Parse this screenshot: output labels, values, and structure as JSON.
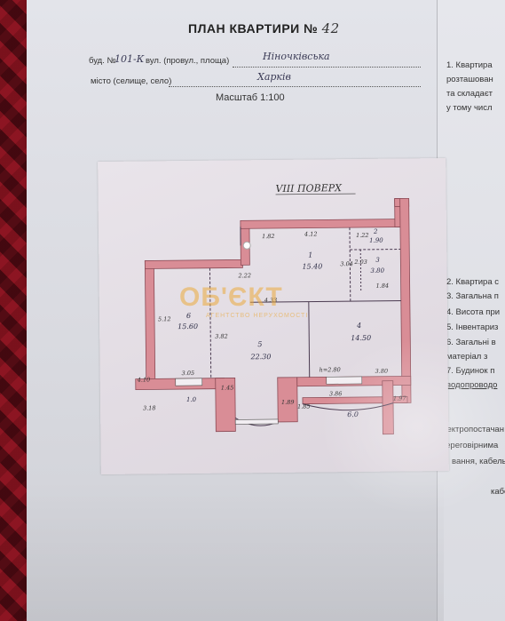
{
  "header": {
    "title": "ПЛАН КВАРТИРИ №",
    "apt_number": "42",
    "building_label": "буд. №",
    "building_number": "101-К",
    "street_label": "вул. (провул., площа)",
    "street_value": "Ніночківська",
    "city_label": "місто (селище, село)",
    "city_value": "Харків",
    "scale": "Масштаб 1:100"
  },
  "plan": {
    "floor_label": "VIII ПОВЕРХ",
    "rooms": [
      {
        "num": "1",
        "area": "15.40"
      },
      {
        "num": "2",
        "area": "1.90"
      },
      {
        "num": "3",
        "area": "3.80"
      },
      {
        "num": "4",
        "area": "14.50"
      },
      {
        "num": "5",
        "area": "22.30"
      },
      {
        "num": "6",
        "area": "15.60"
      },
      {
        "num": "",
        "area": "1.0"
      },
      {
        "num": "",
        "area": "6.0"
      }
    ],
    "dims": [
      "4.12",
      "1.82",
      "1.22",
      "3.04",
      "2.03",
      "2.22",
      "1.84",
      "4.33",
      "5.12",
      "3.82",
      "3.05",
      "1.45",
      "h=2.80",
      "3.80",
      "1.85",
      "3.86",
      "1.97",
      "1.89",
      "4.10",
      "3.18"
    ]
  },
  "watermark": {
    "brand": "ОБ'ЄКТ",
    "sub": "АГЕНТСТВО НЕРУХОМОСТІ"
  },
  "side_sheet": {
    "lines": [
      "1. Квартира",
      "розташован",
      "та складаєт",
      "у тому числ",
      "2. Квартира с",
      "3. Загальна п",
      "4. Висота при",
      "5. Інвентариз",
      "6. Загальні в",
      "матеріал з",
      "7. Будинок п",
      "водопроводо",
      "електропостачан",
      "переговірнима",
      "вання, кабель",
      "кабель"
    ]
  }
}
